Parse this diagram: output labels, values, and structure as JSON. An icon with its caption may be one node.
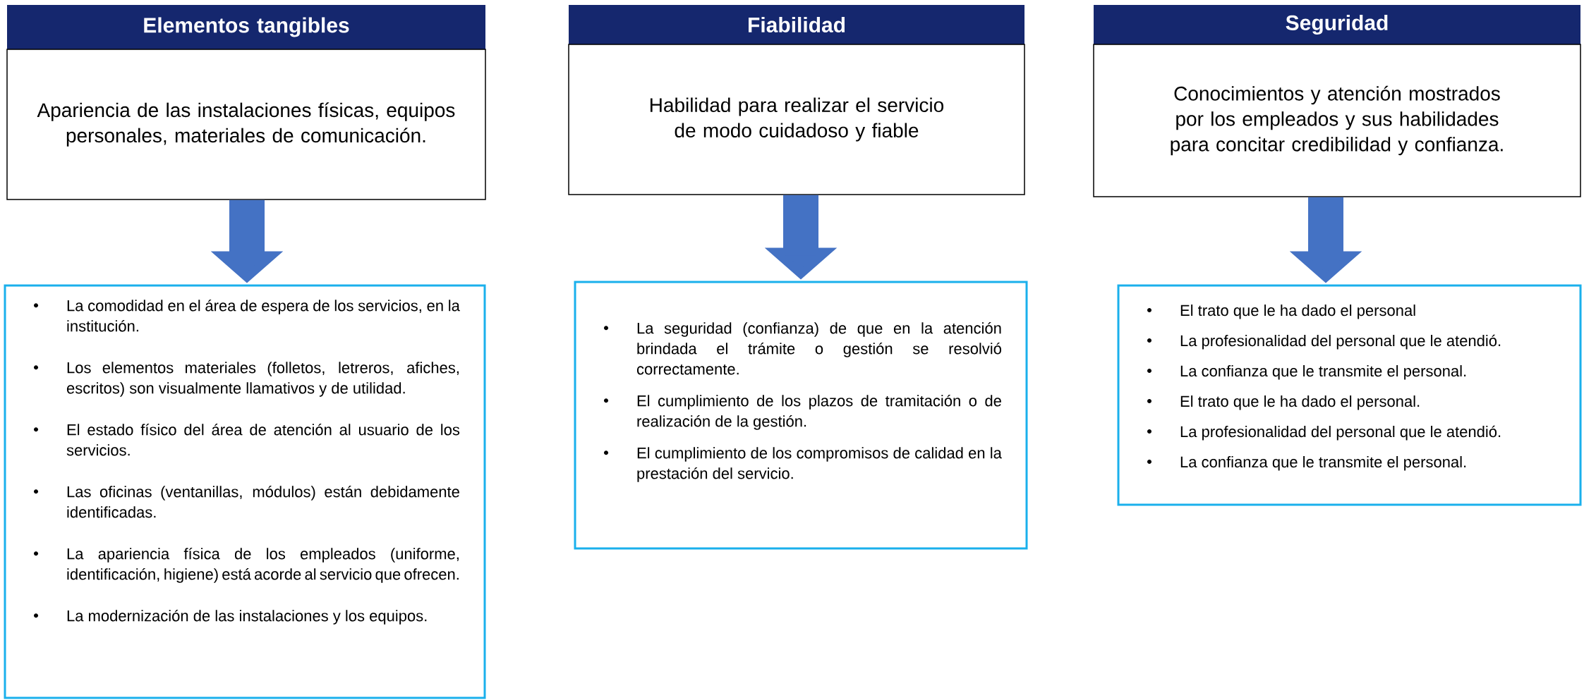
{
  "diagram": {
    "nodes": [
      {
        "text": [
          "Elementos tangibles"
        ]
      },
      {
        "text": [
          "Apariencia de las instalaciones físicas, equipos personales, materiales de comunicación."
        ]
      },
      {
        "text": [
          "La comodidad en el área de espera de los servicios, en la institución.",
          "Los elementos materiales (folletos, letreros, afiches, escritos) son visualmente llamativos y de utilidad.",
          "El estado físico del área de atención al usuario de los servicios.",
          "Las oficinas (ventanillas, módulos) están debidamente identificadas.",
          "La apariencia física de los empleados (uniforme, identificación, higiene) está acorde al servicio que ofrecen.",
          "La modernización de las instalaciones y los equipos."
        ]
      },
      {
        "text": [
          "Fiabilidad"
        ]
      },
      {
        "text": [
          "Habilidad para realizar el servicio de modo cuidadoso y fiable"
        ]
      },
      {
        "text": [
          "La seguridad (confianza) de que en la atención brindada el trámite o gestión se resolvió correctamente.",
          "El cumplimiento de los plazos de tramitación o de realización de la gestión.",
          "El cumplimiento de los compromisos de calidad en la prestación del servicio."
        ]
      },
      {
        "text": [
          "Seguridad"
        ]
      },
      {
        "text": [
          "Conocimientos y atención mostrados por los empleados y sus habilidades para concitar credibilidad y confianza."
        ]
      },
      {
        "text": [
          "El trato que le ha dado el personal",
          "La profesionalidad del personal que le atendió.",
          "La confianza que le transmite el personal.",
          "El trato que le ha dado el personal.",
          "La profesionalidad del personal que le atendió.",
          "La confianza que le transmite el personal."
        ]
      }
    ],
    "edges": [
      {
        "from": 1,
        "to": 2,
        "arrow": "to"
      },
      {
        "from": 4,
        "to": 5,
        "arrow": "to"
      },
      {
        "from": 7,
        "to": 8,
        "arrow": "to"
      }
    ]
  }
}
